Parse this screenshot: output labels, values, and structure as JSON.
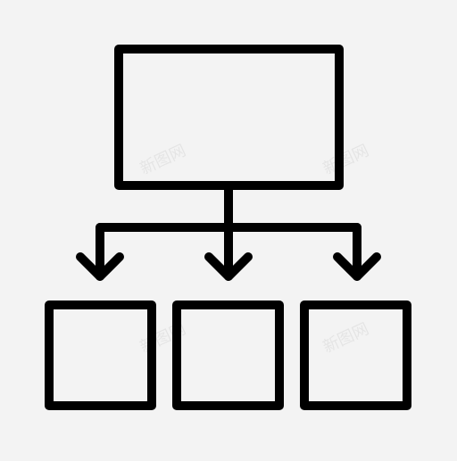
{
  "icon": {
    "name": "hierarchy-icon",
    "stroke_color": "#000000",
    "background_color": "#f3f3f3"
  },
  "watermarks": [
    "新图网",
    "新图网",
    "新图网",
    "新图网"
  ]
}
